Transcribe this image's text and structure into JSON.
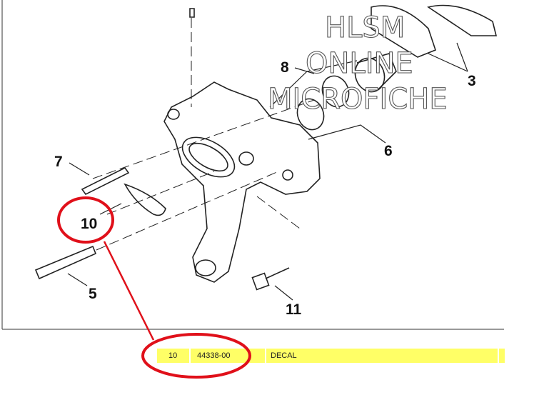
{
  "watermark": {
    "line1": "HLSM",
    "line2": "ONLINE",
    "line3": "MICROFICHE"
  },
  "callouts": [
    "7",
    "10",
    "5",
    "11",
    "8",
    "6",
    "3"
  ],
  "highlight_color": "#ffff66",
  "annotation_color": "#e0101a",
  "parts_row": {
    "ref": "10",
    "part_number": "44338-00",
    "description": "DECAL",
    "extra": ""
  }
}
